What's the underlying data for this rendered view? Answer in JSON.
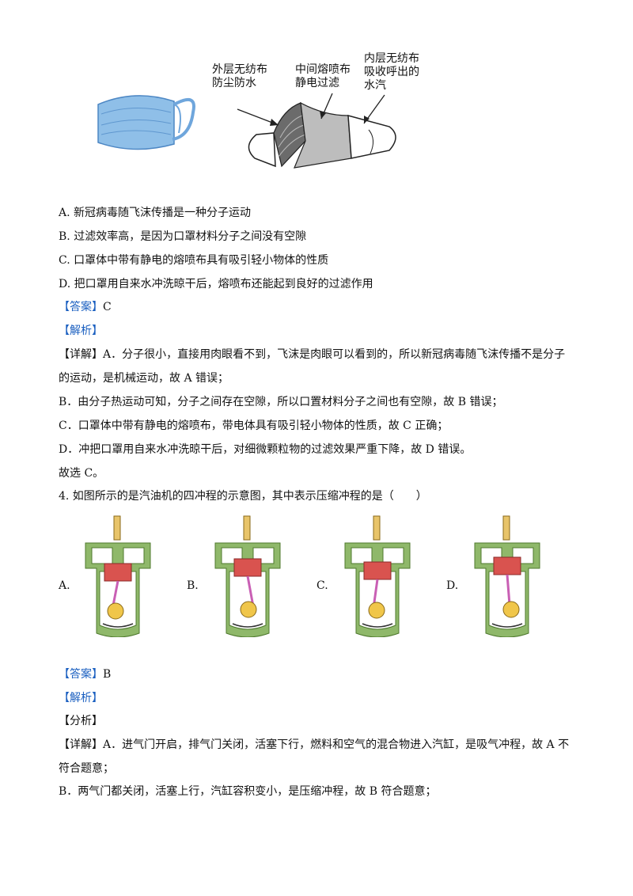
{
  "mask_figure": {
    "labels": [
      "外层无纺布\n防尘防水",
      "中间熔喷布\n静电过滤",
      "内层无纺布\n吸收呼出的\n水汽"
    ]
  },
  "q3_options": [
    "A. 新冠病毒随飞沫传播是一种分子运动",
    "B. 过滤效率高，是因为口罩材料分子之间没有空隙",
    "C. 口罩体中带有静电的熔喷布具有吸引轻小物体的性质",
    "D. 把口罩用自来水冲洗晾干后，熔喷布还能起到良好的过滤作用"
  ],
  "q3_answer": {
    "tag": "【答案】",
    "value": "C"
  },
  "q3_analysis_tag": "【解析】",
  "q3_detail": {
    "tag": "【详解】",
    "lines": [
      "A．分子很小，直接用肉眼看不到，飞沫是肉眼可以看到的，所以新冠病毒随飞沫传播不是分子",
      "的运动，是机械运动，故 A 错误；",
      "B．由分子热运动可知，分子之间存在空隙，所以口置材料分子之间也有空隙，故 B 错误；",
      "C．口罩体中带有静电的熔喷布，带电体具有吸引轻小物体的性质，故 C 正确；",
      "D．冲把口罩用自来水冲洗晾干后，对细微颗粒物的过滤效果严重下降，故 D 错误。",
      "故选 C。"
    ]
  },
  "q4": {
    "stem": "4. 如图所示的是汽油机的四冲程的示意图，其中表示压缩冲程的是（　　）",
    "option_labels": [
      "A.",
      "B.",
      "C.",
      "D."
    ]
  },
  "q4_answer": {
    "tag": "【答案】",
    "value": "B"
  },
  "q4_analysis_tag": "【解析】",
  "q4_fenxi_tag": "【分析】",
  "q4_detail": {
    "tag": "【详解】",
    "lines": [
      "A．进气门开启，排气门关闭，活塞下行，燃料和空气的混合物进入汽缸，是吸气冲程，故 A 不",
      "符合题意；",
      "B．两气门都关闭，活塞上行，汽缸容积变小，是压缩冲程，故 B 符合题意；"
    ]
  }
}
